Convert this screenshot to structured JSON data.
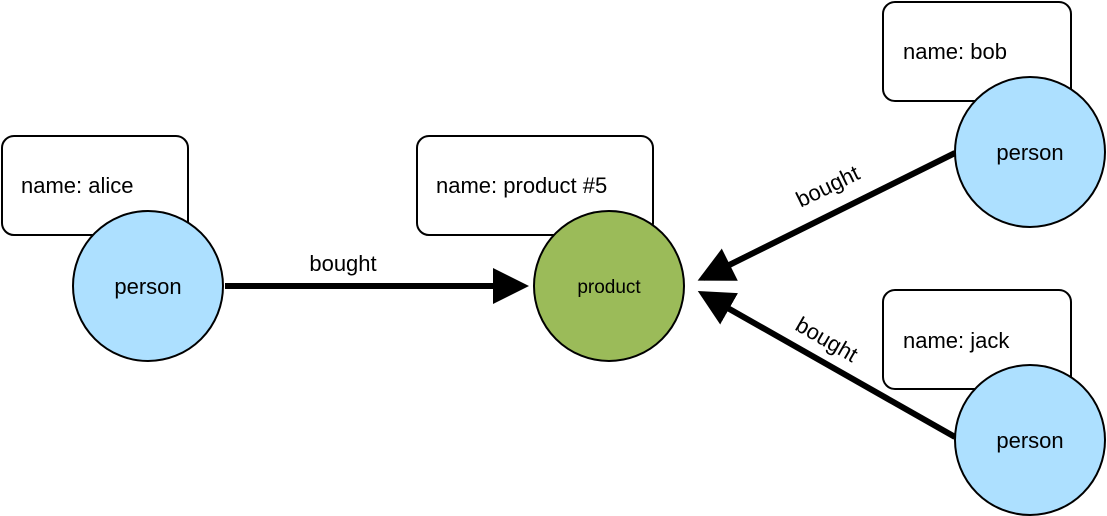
{
  "colors": {
    "person_fill": "#ade0ff",
    "product_fill": "#9bbb59",
    "stroke": "#000000"
  },
  "nodes": {
    "alice": {
      "label": "person",
      "property": "name: alice"
    },
    "product": {
      "label": "product",
      "property": "name: product #5"
    },
    "bob": {
      "label": "person",
      "property": "name: bob"
    },
    "jack": {
      "label": "person",
      "property": "name: jack"
    }
  },
  "edges": {
    "alice_product": {
      "label": "bought"
    },
    "bob_product": {
      "label": "bought"
    },
    "jack_product": {
      "label": "bought"
    }
  }
}
